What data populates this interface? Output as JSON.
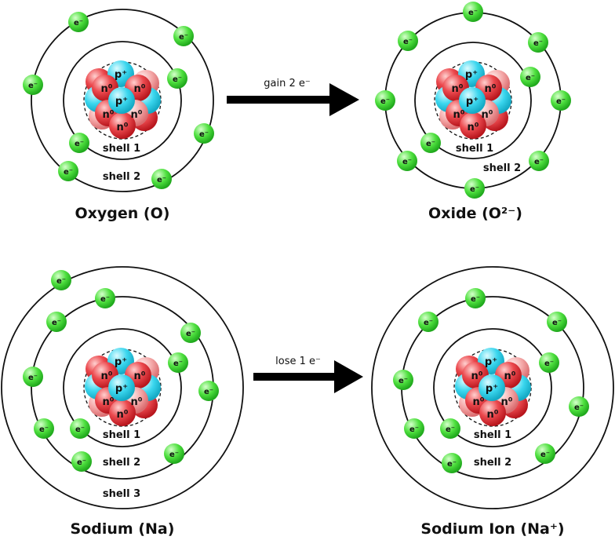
{
  "glyphs": {
    "electron": "e⁻",
    "proton": "p⁺",
    "neutron": "n⁰"
  },
  "colors": {
    "electron": "#38d82e",
    "proton": "#2fd8ee",
    "neutron": "#e8333a",
    "orbit": "#111111",
    "arrow": "#000000"
  },
  "atoms": [
    {
      "title": "Oxygen (O)",
      "shells": [
        "shell 1",
        "shell 2"
      ],
      "electrons_per_shell": [
        2,
        6
      ]
    },
    {
      "title": "Oxide (O²⁻)",
      "shells": [
        "shell 1",
        "shell 2"
      ],
      "electrons_per_shell": [
        2,
        8
      ]
    },
    {
      "title": "Sodium (Na)",
      "shells": [
        "shell 1",
        "shell 2",
        "shell 3"
      ],
      "electrons_per_shell": [
        2,
        8,
        1
      ]
    },
    {
      "title": "Sodium Ion (Na⁺)",
      "shells": [
        "shell 1",
        "shell 2"
      ],
      "electrons_per_shell": [
        2,
        8
      ]
    }
  ],
  "arrows": [
    {
      "label": "gain 2 e⁻"
    },
    {
      "label": "lose 1 e⁻"
    }
  ]
}
